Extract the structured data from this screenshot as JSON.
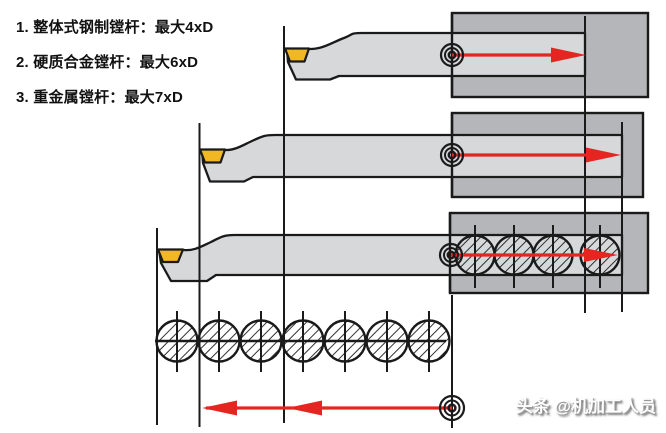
{
  "legend": {
    "items": [
      {
        "label": "1. 整体式钢制镗杆：最大4xD"
      },
      {
        "label": "2. 硬质合金镗杆：最大6xD"
      },
      {
        "label": "3. 重金属镗杆：最大7xD"
      }
    ]
  },
  "watermark": {
    "text": "头条 @机加工人员"
  },
  "diagram": {
    "bars": [
      {
        "name": "整体式钢制镗杆",
        "max_overhang": "4xD"
      },
      {
        "name": "硬质合金镗杆",
        "max_overhang": "6xD"
      },
      {
        "name": "重金属镗杆",
        "max_overhang": "7xD"
      }
    ],
    "icons": [
      "datum-target-icon",
      "overhang-arrow-icon",
      "cutting-insert-icon"
    ]
  },
  "colors": {
    "accent-red": "#e52620",
    "insert-yellow": "#f2b824",
    "bar-gray": "#d7d8da",
    "holder-gray": "#b5b6b9",
    "line-black": "#1a1a1a",
    "background": "#ffffff"
  }
}
